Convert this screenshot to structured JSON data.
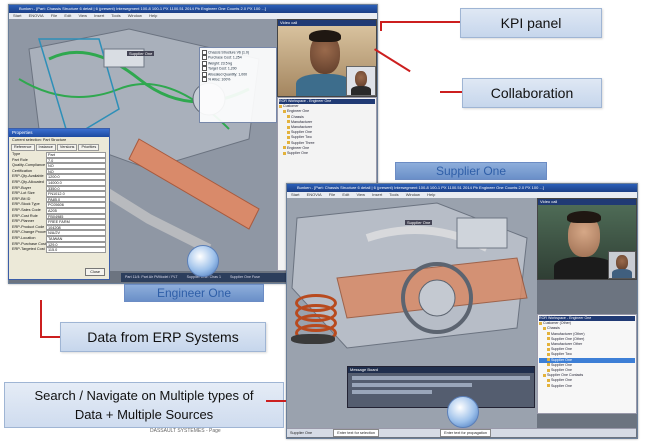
{
  "callouts": {
    "kpi_panel": "KPI panel",
    "collaboration": "Collaboration",
    "erp_data": "Data from ERP Systems",
    "search_line1": "Search / Navigate on Multiple types of",
    "search_line2": "Data + Multiple Sources"
  },
  "labels": {
    "supplier_one": "Supplier One",
    "engineer_one": "Engineer One"
  },
  "footer": "DASSAULT SYSTEMES - Page",
  "win1": {
    "title": "Bunken - [Part: Chassis Structure 6 detail | 6 (present) Intersegment 100-8 100-1 PX 1100.51 2014 Pb Engineer One Counts 2.0 PX 100 ...]",
    "menu": [
      "Start",
      "ENOVIA",
      "File",
      "Edit",
      "View",
      "Insert",
      "Tools",
      "Window",
      "Help"
    ],
    "video_title": "Video call",
    "kpi_rows": [
      "Chassis Structure V6 (1.0)",
      "Purchase Cost: 1,254",
      "Weight: 23.5 kg",
      "Target Cost: 1,200",
      "Allocated Quantity: 1,000",
      "% Alloc: 100%"
    ],
    "tree_title": "ROR Workspace - Engineer One",
    "tree_items": [
      "Customer",
      "Engineer One",
      "Chassis",
      "Manufacturer",
      "Manufacturer",
      "Supplier One",
      "Supplier Two",
      "Supplier Three",
      "Engineer One",
      "Supplier One"
    ],
    "toolbar_tag": "Supplier One",
    "tabs_bottom": [
      "Part 11/4: Part Air Pt/Model / PLT",
      "Supplier One: Chas 1",
      "Supplier One Fuse"
    ]
  },
  "props": {
    "title": "Properties",
    "selection_label": "Current selection:",
    "selection_value": "Part Structure",
    "tabs": [
      "Reference",
      "Instance",
      "Versions",
      "Priorities"
    ],
    "rows": [
      {
        "k": "Type",
        "v": "Part"
      },
      {
        "k": "Part Rule",
        "v": "7.0"
      },
      {
        "k": "Quality-Compliance",
        "v": "NO"
      },
      {
        "k": "Certification",
        "v": "NO"
      },
      {
        "k": "ERP-Qty-Available",
        "v": "1200.0"
      },
      {
        "k": "ERP-Qty-Allocated",
        "v": "14000.0"
      },
      {
        "k": "ERP-Buyer",
        "v": "3350.0"
      },
      {
        "k": "ERP-Lot Size",
        "v": "FN1012.0"
      },
      {
        "k": "ERP-Bit ID",
        "v": "PA85.0"
      },
      {
        "k": "ERP-Stock Type",
        "v": "PC05606"
      },
      {
        "k": "ERP-Sales Code",
        "v": "A205"
      },
      {
        "k": "ERP-Cost Rule",
        "v": "FB04985"
      },
      {
        "k": "ERP-Planner",
        "v": "FREE FARM"
      },
      {
        "k": "ERP-Product Code",
        "v": "104208"
      },
      {
        "k": "ERP-Change Process",
        "v": "N/A/2V"
      },
      {
        "k": "ERP-Location",
        "v": "TAIWAN"
      },
      {
        "k": "ERP-Purchase Cost",
        "v": "129.0"
      },
      {
        "k": "ERP-Targeted Cost",
        "v": "115.0"
      }
    ],
    "close_button": "Close"
  },
  "win2": {
    "title": "Bunken - [Part: Chassis Structure 6 detail | 6 (present) Intersegment 100-8 100-1 PX 1100.51 2014 Pb Engineer One Counts 2.0 PX 100 ...]",
    "menu": [
      "Start",
      "ENOVIA",
      "File",
      "Edit",
      "View",
      "Insert",
      "Tools",
      "Window",
      "Help"
    ],
    "video_title": "Video call",
    "tree_title": "ROR Workspace - Engineer One",
    "tree_items": [
      "Customer (Other)",
      "Chassis",
      "Manufacturer (Other)",
      "Supplier One (Other)",
      "Manufacturer Other",
      "Supplier One",
      "Supplier Two",
      "Supplier One",
      "Supplier One",
      "Supplier One",
      "Supplier One Contacts",
      "Supplier One",
      "Supplier One"
    ],
    "toolbar_tag": "Supplier One",
    "message_title": "Message Board",
    "search_left": "Enter text for selection",
    "search_right": "Enter text for propagation",
    "status_tag": "Supplier One"
  }
}
